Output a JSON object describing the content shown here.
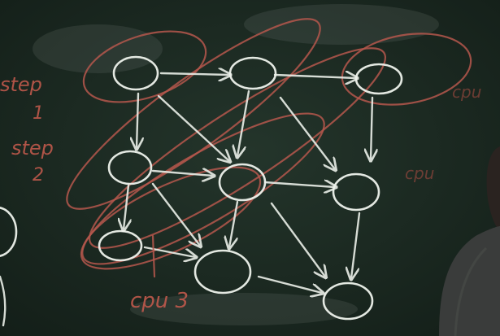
{
  "scene": {
    "description_labels": {
      "step1_word": "step",
      "step1_num": "1",
      "step2_word": "step",
      "step2_num": "2",
      "cpu3": "cpu 3",
      "cpu_right_top": "cpu",
      "cpu_right_mid": "cpu"
    },
    "colors": {
      "board": "#1b2a22",
      "chalk_white": "#e6ebe4",
      "chalk_red": "#b5574c",
      "person": "#3a3c3b"
    }
  }
}
